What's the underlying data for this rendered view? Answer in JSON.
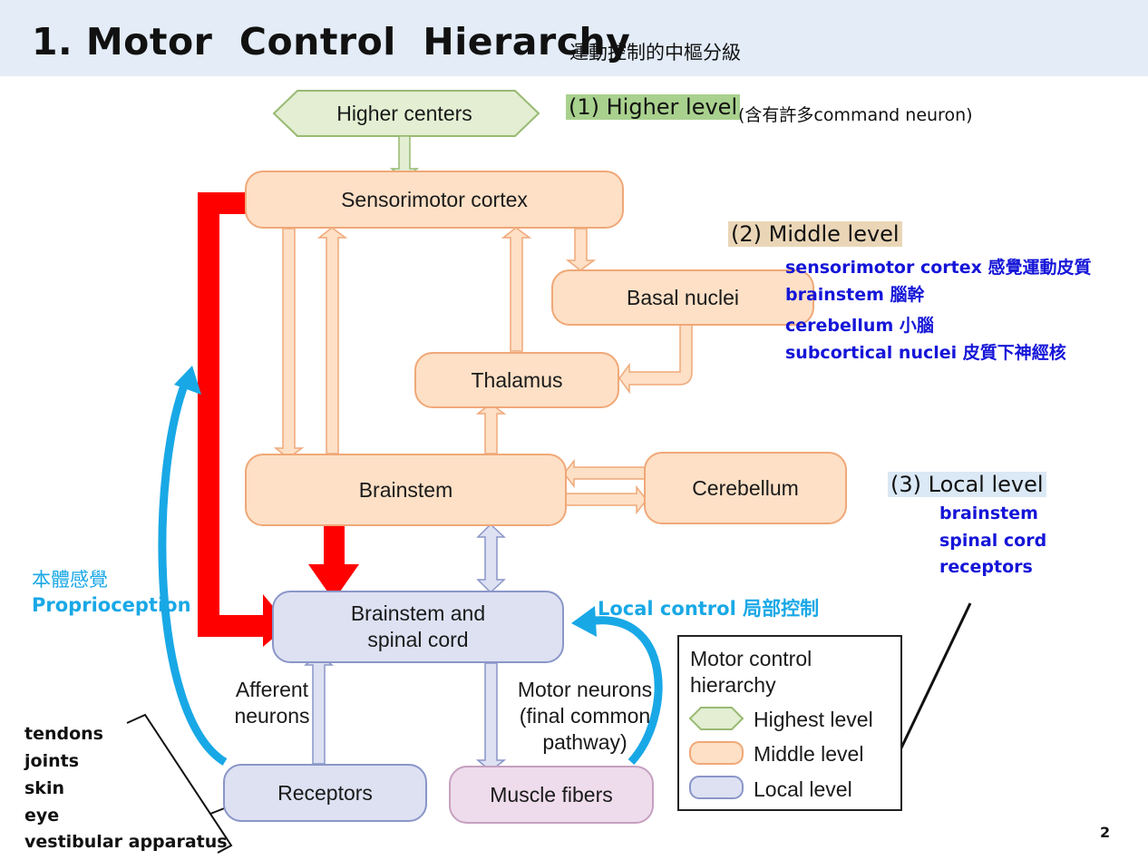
{
  "title": "1. Motor  Control  Hierarchy",
  "subtitle": "運動控制的中樞分級",
  "boxes": {
    "higher_centers": "Higher centers",
    "sensorimotor_cortex": "Sensorimotor cortex",
    "basal_nuclei": "Basal nuclei",
    "thalamus": "Thalamus",
    "brainstem": "Brainstem",
    "cerebellum": "Cerebellum",
    "brainstem_spinal_line1": "Brainstem and",
    "brainstem_spinal_line2": "spinal cord",
    "receptors": "Receptors",
    "muscle_fibers": "Muscle fibers"
  },
  "labels": {
    "afferent_line1": "Afferent",
    "afferent_line2": "neurons",
    "motor_line1": "Motor neurons",
    "motor_line2": "(final common",
    "motor_line3": "pathway)"
  },
  "legend": {
    "title_line1": "Motor control",
    "title_line2": "hierarchy",
    "items": [
      "Highest level",
      "Middle level",
      "Local level"
    ]
  },
  "levels": {
    "higher": {
      "heading": "(1) Higher level",
      "note": "(含有許多command neuron)"
    },
    "middle": {
      "heading": "(2) Middle level",
      "items": [
        "sensorimotor cortex 感覺運動皮質",
        "brainstem 腦幹",
        "cerebellum 小腦",
        "subcortical nuclei  皮質下神經核"
      ]
    },
    "local": {
      "heading": "(3) Local level",
      "items": [
        "brainstem",
        "spinal cord",
        "receptors"
      ]
    }
  },
  "annotations": {
    "proprioception_zh": "本體感覺",
    "proprioception_en": "Proprioception",
    "local_control": "Local control  局部控制",
    "receptor_types": [
      "tendons",
      "joints",
      "skin",
      "eye",
      "vestibular apparatus"
    ]
  },
  "page_number": "2",
  "colors": {
    "higher_fill": "#e3eed2",
    "higher_border": "#98ba72",
    "middle_fill": "#fde0c6",
    "middle_border": "#f0a878",
    "local_fill": "#dde1f2",
    "local_border": "#8a96c8",
    "muscle_fill": "#eedcec",
    "red_arrow": "#ff0000",
    "cyan_arrow": "#19a8e6",
    "title_bar": "#e3ecf7",
    "higher_highlight": "#a9d18e",
    "middle_highlight": "#ead6b7",
    "local_highlight": "#dbe8f5"
  }
}
